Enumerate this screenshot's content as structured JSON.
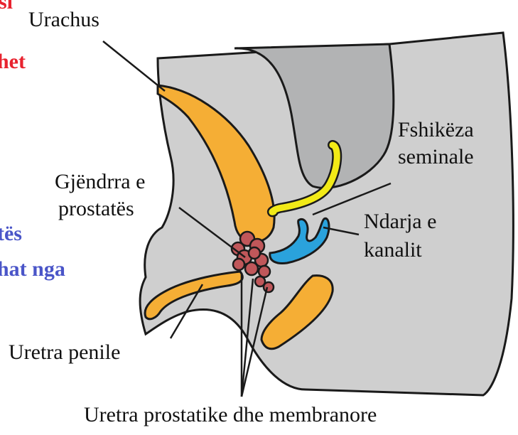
{
  "colors": {
    "tissue": "#cfcfcf",
    "bladder": "#b2b3b4",
    "urethra": "#f5ae35",
    "vesicle": "#f2ea17",
    "duct": "#2aa2dc",
    "prostate": "#c0575a",
    "outline": "#1a1a1a",
    "red_text": "#e8232f",
    "blue_text": "#4a55c8"
  },
  "fragments": {
    "top": "si",
    "red": "het",
    "blue1": "tës",
    "blue2": "hat nga"
  },
  "labels": {
    "urachus": "Urachus",
    "seminal_vesicle_line1": "Fshikëza",
    "seminal_vesicle_line2": "seminale",
    "prostate_line1": "Gjëndrra e",
    "prostate_line2": "prostatës",
    "duct_line1": "Ndarja e",
    "duct_line2": "kanalit",
    "penile_urethra": "Uretra penile",
    "prostatic_membranous_urethra": "Uretra prostatike dhe membranore"
  }
}
